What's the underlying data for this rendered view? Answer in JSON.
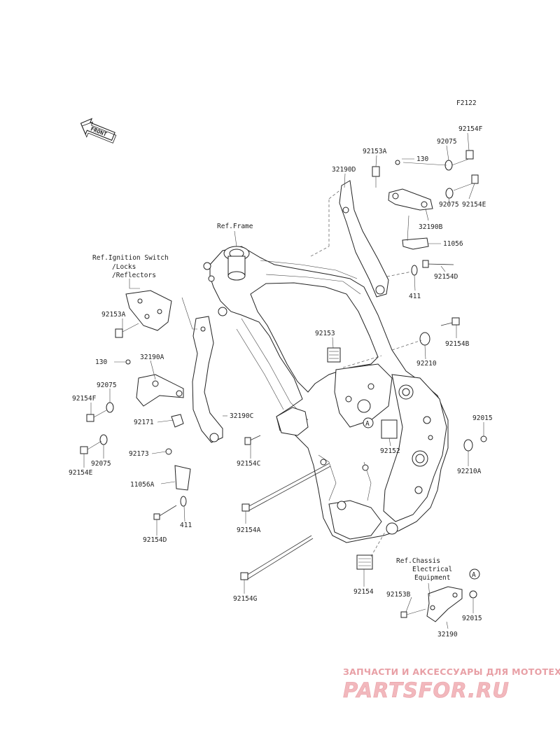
{
  "diagram": {
    "code": "F2122",
    "front_label": "FRONT",
    "refs": {
      "frame": "Ref.Frame",
      "ignition": [
        "Ref.Ignition Switch",
        "/Locks",
        "/Reflectors"
      ],
      "chassis": [
        "Ref.Chassis",
        "Electrical",
        "Equipment"
      ]
    },
    "marker": "A",
    "parts": {
      "p92154F": "92154F",
      "p92075_tr": "92075",
      "p92153A_tr": "92153A",
      "p130_tr": "130",
      "p32190D": "32190D",
      "p92075_r2": "92075",
      "p92154E_r": "92154E",
      "p32190B": "32190B",
      "p11056": "11056",
      "p92154D_r": "92154D",
      "p411_r": "411",
      "p92154B": "92154B",
      "p92153": "92153",
      "p92210": "92210",
      "p92015_r": "92015",
      "p92210A": "92210A",
      "p92152": "92152",
      "p92153A_l": "92153A",
      "p130_l": "130",
      "p32190A": "32190A",
      "p92075_l": "92075",
      "p92154F_l": "92154F",
      "p92171": "92171",
      "p32190C": "32190C",
      "p92154C": "92154C",
      "p92154E_l": "92154E",
      "p92075_l2": "92075",
      "p92173": "92173",
      "p11056A": "11056A",
      "p411_l": "411",
      "p92154D_l": "92154D",
      "p92154A": "92154A",
      "p92154G": "92154G",
      "p92154": "92154",
      "p92153B": "92153B",
      "p92015_b": "92015",
      "p32190": "32190"
    }
  },
  "watermark": {
    "tagline": "ЗАПЧАСТИ И АКСЕССУАРЫ ДЛЯ МОТОТЕХНИКИ",
    "brand": "PARTSFOR.RU"
  }
}
